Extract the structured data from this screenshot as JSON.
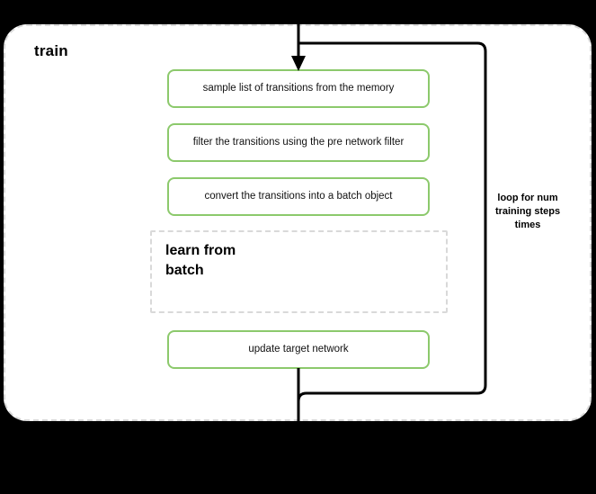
{
  "diagram": {
    "title": "train",
    "background_color": "#000000",
    "canvas_color": "#ffffff",
    "accent_color": "#8cc96c",
    "dashed_border_color": "#d9d9d9",
    "connector_color": "#000000"
  },
  "steps": [
    {
      "id": "sample",
      "label": "sample list of transitions from the memory"
    },
    {
      "id": "filter",
      "label": "filter the transitions using the pre network filter"
    },
    {
      "id": "convert",
      "label": "convert the transitions into a batch object"
    },
    {
      "id": "update",
      "label": "update target network"
    }
  ],
  "subgroup": {
    "title": "learn from batch"
  },
  "loop": {
    "label": "loop for num training steps times"
  }
}
